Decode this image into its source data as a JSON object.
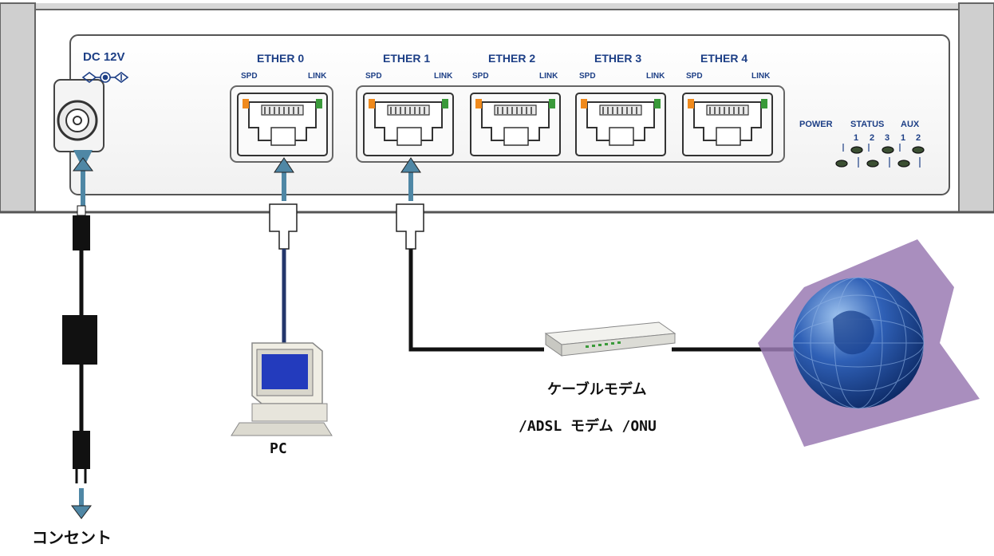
{
  "panel": {
    "dc_label": "DC 12V",
    "ports": [
      {
        "name": "ETHER 0",
        "spd": "SPD",
        "link": "LINK"
      },
      {
        "name": "ETHER 1",
        "spd": "SPD",
        "link": "LINK"
      },
      {
        "name": "ETHER 2",
        "spd": "SPD",
        "link": "LINK"
      },
      {
        "name": "ETHER 3",
        "spd": "SPD",
        "link": "LINK"
      },
      {
        "name": "ETHER 4",
        "spd": "SPD",
        "link": "LINK"
      }
    ],
    "indicators": {
      "power": "POWER",
      "status": "STATUS",
      "aux": "AUX",
      "numbers": [
        "1",
        "2",
        "3",
        "1",
        "2"
      ]
    }
  },
  "devices": {
    "pc_label": "PC",
    "modem_label_line1": "ケーブルモデム",
    "modem_label_line2": "/ADSL モデム /ONU",
    "outlet_label": "コンセント"
  },
  "colors": {
    "panel_text": "#1d3f86",
    "arrow": "#4f87a5",
    "lan_cable": "#23366b",
    "wan_cable": "#111111",
    "led_orange": "#f08a1c",
    "led_green": "#3a9a3a",
    "globe": "#1f4aa0",
    "purple": "#9a7ab3"
  }
}
